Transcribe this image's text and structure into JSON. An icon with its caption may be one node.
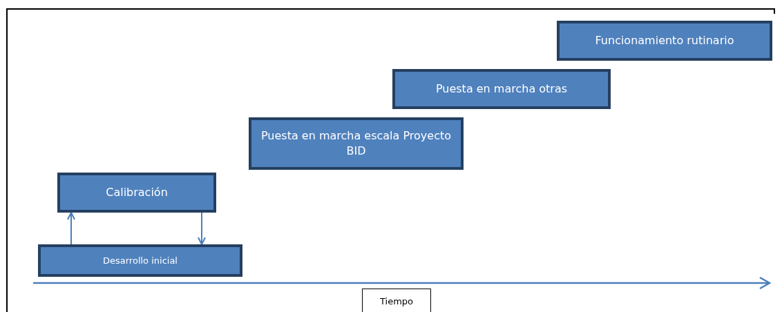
{
  "diagram": {
    "nodes": [
      {
        "text": [
          "Funcionamiento rutinario"
        ]
      },
      {
        "text": [
          "Puesta en marcha otras"
        ]
      },
      {
        "text": [
          "Puesta en marcha escala Proyecto BID"
        ]
      },
      {
        "text": [
          "Calibración"
        ]
      },
      {
        "text": [
          "Desarrollo inicial"
        ]
      },
      {
        "text": [
          "Tiempo"
        ]
      }
    ],
    "edges": [
      {
        "from": 4,
        "to": 3,
        "arrow": "to"
      },
      {
        "from": 3,
        "to": 4,
        "arrow": "to"
      }
    ]
  }
}
